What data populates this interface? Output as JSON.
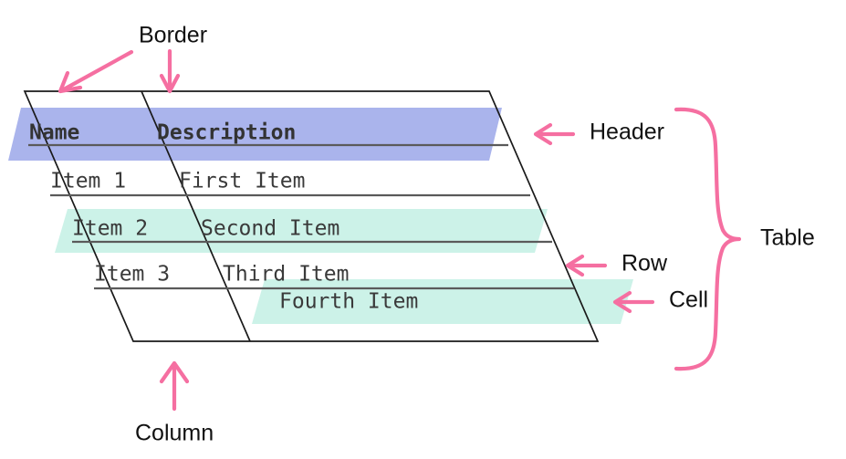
{
  "diagram": {
    "title": "HTML table anatomy diagram",
    "background_color": "#ffffff",
    "accent_pink": "#f56fa1",
    "header_highlight_color": "#aab4ec",
    "row_highlight_color": "#ccf2e8",
    "table_border_color": "#1a1a1a",
    "rule_color": "#5a5a5a",
    "text_color": "#3a3a3a",
    "label_color": "#111111"
  },
  "table": {
    "columns": [
      {
        "key": "name",
        "header": "Name"
      },
      {
        "key": "description",
        "header": "Description"
      }
    ],
    "header_row": {
      "name": "Name",
      "description": "Description"
    },
    "rows": [
      {
        "name": "Item 1",
        "description": "First Item",
        "highlighted": false
      },
      {
        "name": "Item 2",
        "description": "Second Item",
        "highlighted": true
      },
      {
        "name": "Item 3",
        "description": "Third Item",
        "highlighted": false
      },
      {
        "name": "",
        "description": "",
        "highlighted": false
      }
    ],
    "floating_cell": {
      "text": "Fourth Item",
      "highlighted": true
    }
  },
  "annotations": [
    {
      "id": "border",
      "label": "Border",
      "arrows": 2,
      "arrow_direction": "down-left and down"
    },
    {
      "id": "header",
      "label": "Header",
      "arrows": 1,
      "arrow_direction": "left"
    },
    {
      "id": "row",
      "label": "Row",
      "arrows": 1,
      "arrow_direction": "left"
    },
    {
      "id": "cell",
      "label": "Cell",
      "arrows": 1,
      "arrow_direction": "left"
    },
    {
      "id": "table",
      "label": "Table",
      "arrows": 0,
      "arrow_direction": "brace"
    },
    {
      "id": "column",
      "label": "Column",
      "arrows": 1,
      "arrow_direction": "up"
    }
  ],
  "labels": {
    "border": "Border",
    "header": "Header",
    "row": "Row",
    "cell": "Cell",
    "table": "Table",
    "column": "Column"
  }
}
